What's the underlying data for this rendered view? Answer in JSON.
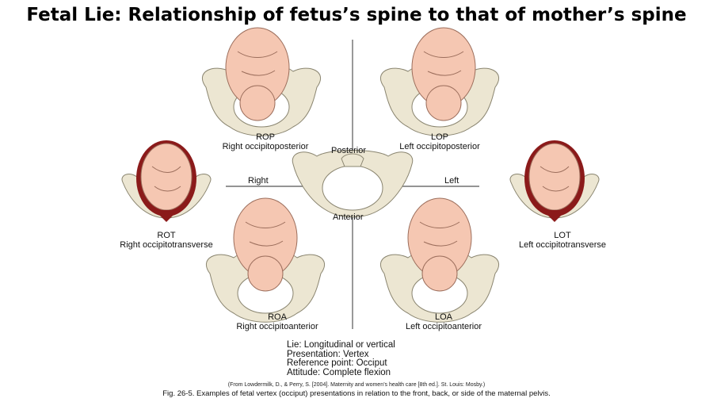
{
  "title": "Fetal Lie: Relationship of fetus’s spine to that of mother’s spine",
  "axis": {
    "posterior": "Posterior",
    "anterior": "Anterior",
    "right": "Right",
    "left": "Left"
  },
  "positions": {
    "rop": {
      "abbr": "ROP",
      "name": "Right occipitoposterior"
    },
    "lop": {
      "abbr": "LOP",
      "name": "Left occipitoposterior"
    },
    "rot": {
      "abbr": "ROT",
      "name": "Right occipitotransverse"
    },
    "lot": {
      "abbr": "LOT",
      "name": "Left occipitotransverse"
    },
    "roa": {
      "abbr": "ROA",
      "name": "Right occipitoanterior"
    },
    "loa": {
      "abbr": "LOA",
      "name": "Left occipitoanterior"
    }
  },
  "info": {
    "lie": "Lie:  Longitudinal or vertical",
    "presentation": "Presentation:  Vertex",
    "reference_point": "Reference point:  Occiput",
    "attitude": "Attitude:  Complete flexion"
  },
  "source": "(From Lowdermilk, D., & Perry, S. [2004]. Maternity and women’s health care [8th ed.]. St. Louis: Mosby.)",
  "caption": "Fig. 26-5. Examples of fetal vertex (occiput) presentations in relation to the front, back, or side of the maternal pelvis.",
  "colors": {
    "skin": "#f5c7b2",
    "bone": "#ece6d2",
    "uterus": "#8b1a1a",
    "axis_line": "#555555"
  }
}
